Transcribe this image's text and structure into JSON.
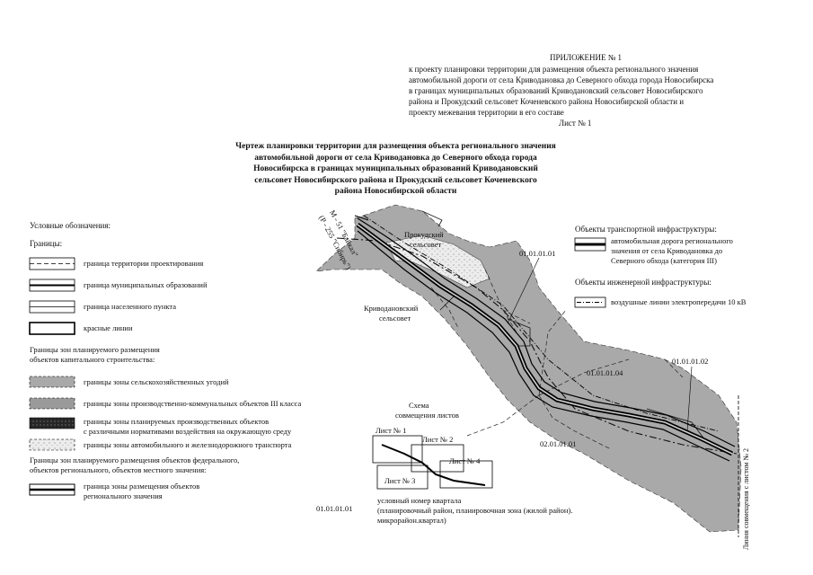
{
  "header": {
    "appendix": "ПРИЛОЖЕНИЕ № 1",
    "lines": [
      "к проекту планировки территории для размещения объекта   регионального    значения",
      "автомобильной дороги от села Криводановка до Северного обхода города Новосибирска",
      "в границах муниципальных образований Криводановский   сельсовет   Новосибирского",
      "района и Прокудский сельсовет   Коченевского района    Новосибирской   области   и",
      "проекту межевания территории в его составе"
    ],
    "sheet": "Лист № 1"
  },
  "title_lines": [
    "Чертеж планировки территории для размещения объекта регионального значения",
    "автомобильной дороги от села Криводановка до Северного обхода города",
    "Новосибирска в границах муниципальных образований Криводановский",
    "сельсовет Новосибирского района и Прокудский сельсовет Коченевского",
    "района Новосибирской области"
  ],
  "legend": {
    "heading": "Условные обозначения:",
    "borders_heading": "Границы:",
    "borders": [
      "граница территории проектирования",
      "граница муниципальных образований",
      "граница населенного пункта",
      "красные линии"
    ],
    "zones_heading_1": "Границы зон планируемого размещения",
    "zones_heading_2": "объектов капитального строительства:",
    "zones": [
      {
        "line1": "границы зоны сельскохозяйственных угодий",
        "line2": ""
      },
      {
        "line1": "границы зоны производственно-коммунальных объектов III класса",
        "line2": ""
      },
      {
        "line1": "границы зоны планируемых производственных объектов",
        "line2": "с различными нормативами воздействия на окружающую среду"
      },
      {
        "line1": "границы зоны автомобильного и железнодорожного транспорта",
        "line2": ""
      }
    ],
    "placement_heading_1": "Границы зон планируемого размещения объектов федерального,",
    "placement_heading_2": "объектов регионального, объектов местного значения:",
    "placement_item_1": "граница зоны размещения объектов",
    "placement_item_2": "регионального значения",
    "quarter_code": "01.01.01.01",
    "quarter_desc_1": "условный номер квартала",
    "quarter_desc_2": "(планировочный район, планировочная зона (жилой район).",
    "quarter_desc_3": "микрорайон.квартал)"
  },
  "right_legend": {
    "transport_heading": "Объекты транспортной инфраструктуры:",
    "transport_item_1": "автомобильная дорога регионального",
    "transport_item_2": "значения от села Криводановка до",
    "transport_item_3": "Северного обхода  (категория III)",
    "engineering_heading": "Объекты инженерной инфраструктуры:",
    "engineering_item": "воздушные линии электропередачи 10 кВ"
  },
  "scheme": {
    "title_1": "Схема",
    "title_2": "совмещения листов",
    "sheets": [
      "Лист № 1",
      "Лист № 2",
      "Лист № 3",
      "Лист № 4"
    ]
  },
  "map_labels": {
    "prokud_1": "Прокудский",
    "prokud_2": "сельсовет",
    "kriv_1": "Криводановский",
    "kriv_2": "сельсовет",
    "road_1": "М - 51 \"Байкал\"",
    "road_2": "(Р - 255 \"Сибирь\")",
    "q1": "01.01.01.01",
    "q2": "01.01.01.02",
    "q4": "01.01.01.04",
    "q5": "02.01.01.01",
    "match_line": "Линия совмещения с листом № 2"
  },
  "colors": {
    "zone_gray": "#a9a9a9",
    "dark_zone": "#2a2a2a",
    "road": "#000000"
  }
}
